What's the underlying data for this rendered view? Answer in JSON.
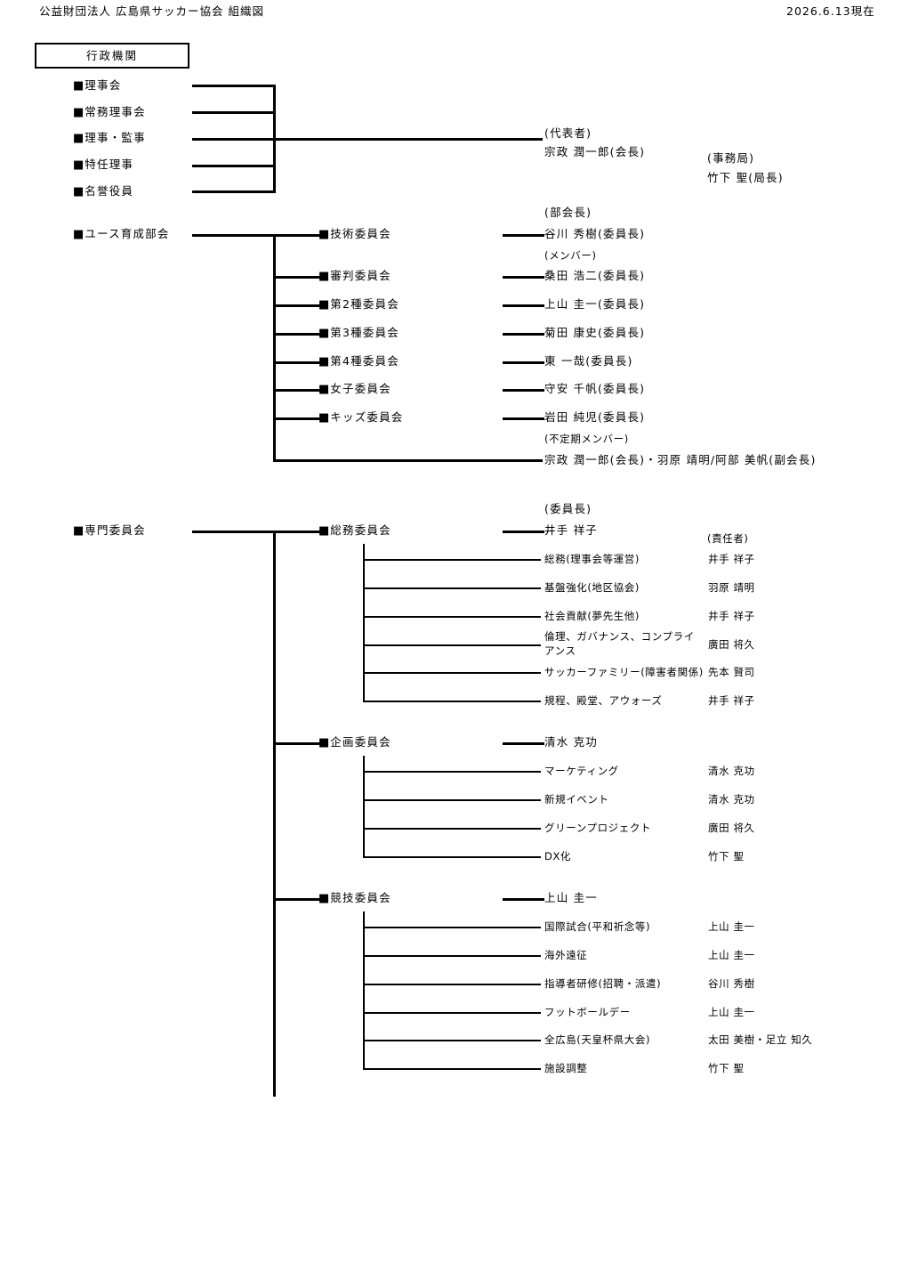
{
  "header": {
    "org_title": "公益財団法人 広島県サッカー協会 組織図",
    "date": "2026.6.13現在"
  },
  "admin": {
    "box_label": "行政機関",
    "items": [
      "理事会",
      "常務理事会",
      "理事・監事",
      "特任理事",
      "名誉役員"
    ],
    "rep_heading": "(代表者)",
    "rep_name": "宗政 潤一郎(会長)",
    "office_heading": "(事務局)",
    "office_name": "竹下 聖(局長)"
  },
  "youth": {
    "label": "ユース育成部会",
    "chief_heading": "(部会長)",
    "member_heading": "(メンバー)",
    "committees": [
      {
        "name": "技術委員会",
        "chair": "谷川 秀樹(委員長)"
      },
      {
        "name": "審判委員会",
        "chair": "桑田 浩二(委員長)"
      },
      {
        "name": "第2種委員会",
        "chair": "上山 圭一(委員長)"
      },
      {
        "name": "第3種委員会",
        "chair": "菊田 康史(委員長)"
      },
      {
        "name": "第4種委員会",
        "chair": "東 一哉(委員長)"
      },
      {
        "name": "女子委員会",
        "chair": "守安 千帆(委員長)"
      },
      {
        "name": "キッズ委員会",
        "chair": "岩田 純児(委員長)"
      }
    ],
    "irregular_heading": "(不定期メンバー)",
    "irregular_members": "宗政 潤一郎(会長)・羽原 靖明/阿部 美帆(副会長)"
  },
  "specialist": {
    "label": "専門委員会",
    "chair_heading": "(委員長)",
    "resp_heading": "(責任者)",
    "committees": [
      {
        "name": "総務委員会",
        "chair": "井手 祥子",
        "tasks": [
          {
            "task": "総務(理事会等運営)",
            "person": "井手 祥子"
          },
          {
            "task": "基盤強化(地区協会)",
            "person": "羽原 靖明"
          },
          {
            "task": "社会貢献(夢先生他)",
            "person": "井手 祥子"
          },
          {
            "task": "倫理、ガバナンス、コンプライ",
            "task2": "アンス",
            "person": "廣田 将久"
          },
          {
            "task": "サッカーファミリー(障害者関係)",
            "person": "先本 賢司"
          },
          {
            "task": "規程、殿堂、アウォーズ",
            "person": "井手 祥子"
          }
        ]
      },
      {
        "name": "企画委員会",
        "chair": "清水 克功",
        "tasks": [
          {
            "task": "マーケティング",
            "person": "清水 克功"
          },
          {
            "task": "新規イベント",
            "person": "清水 克功"
          },
          {
            "task": "グリーンプロジェクト",
            "person": "廣田 将久"
          },
          {
            "task": "DX化",
            "person": "竹下 聖"
          }
        ]
      },
      {
        "name": "競技委員会",
        "chair": "上山 圭一",
        "tasks": [
          {
            "task": "国際試合(平和祈念等)",
            "person": "上山 圭一"
          },
          {
            "task": "海外遠征",
            "person": "上山 圭一"
          },
          {
            "task": "指導者研修(招聘・派遣)",
            "person": "谷川 秀樹"
          },
          {
            "task": "フットボールデー",
            "person": "上山 圭一"
          },
          {
            "task": "全広島(天皇杯県大会)",
            "person": "太田 美樹・足立 知久"
          },
          {
            "task": "施設調整",
            "person": "竹下 聖"
          }
        ]
      }
    ]
  }
}
